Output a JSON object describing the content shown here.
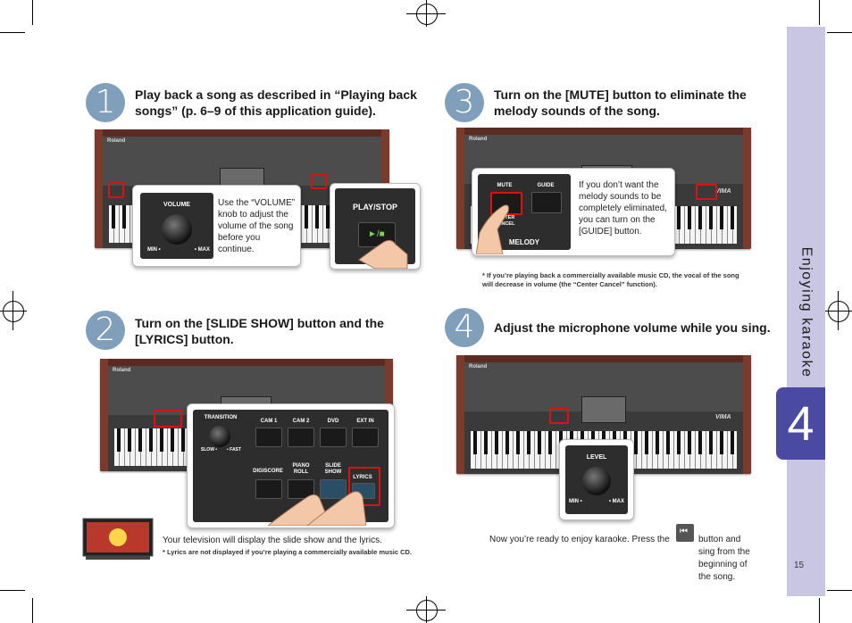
{
  "sidebar": {
    "title": "Enjoying karaoke",
    "chapter": "4",
    "page_number": "15"
  },
  "steps": [
    {
      "number": "1",
      "heading": "Play back a song as described in “Playing back songs” (p. 6–9 of this application guide).",
      "callout": "Use the “VOLUME” knob to adjust the volume of the song before you continue.",
      "volume_label": "VOLUME",
      "min_label": "MIN •",
      "max_label": "• MAX",
      "playstop_label": "PLAY/STOP",
      "brand": "Roland"
    },
    {
      "number": "2",
      "heading": "Turn on the [SLIDE SHOW] button and the [LYRICS] button.",
      "labels": {
        "transition": "TRANSITION",
        "slow": "SLOW •",
        "fast": "• FAST",
        "cam1": "CAM 1",
        "cam2": "CAM 2",
        "dvd": "DVD",
        "extin": "EXT IN",
        "digiscore": "DIGISCORE",
        "pianoroll": "PIANO ROLL",
        "slideshow": "SLIDE SHOW",
        "lyrics": "LYRICS"
      },
      "body": "Your television will display the slide show and the lyrics.",
      "note": "*   Lyrics are not displayed if you’re playing a commercially available music CD.",
      "brand": "Roland"
    },
    {
      "number": "3",
      "heading": "Turn on the [MUTE] button to eliminate the melody sounds of the song.",
      "callout": "If you don’t want the melody sounds to be completely eliminated, you can turn on the [GUIDE] button.",
      "labels": {
        "mute": "MUTE",
        "guide": "GUIDE",
        "center_cancel": "CENTER CANCEL",
        "melody": "MELODY"
      },
      "note": "*   If you’re playing back a commercially available music CD, the vocal of the song will decrease in volume (the “Center Cancel” function).",
      "brand": "Roland",
      "logo": "VIMA"
    },
    {
      "number": "4",
      "heading": "Adjust the microphone volume while you sing.",
      "labels": {
        "level": "LEVEL",
        "min": "MIN •",
        "max": "• MAX"
      },
      "body_before": "Now you’re ready to enjoy karaoke. Press the",
      "body_after": "button and sing from the beginning of the song.",
      "brand": "Roland",
      "logo": "VIMA"
    }
  ]
}
